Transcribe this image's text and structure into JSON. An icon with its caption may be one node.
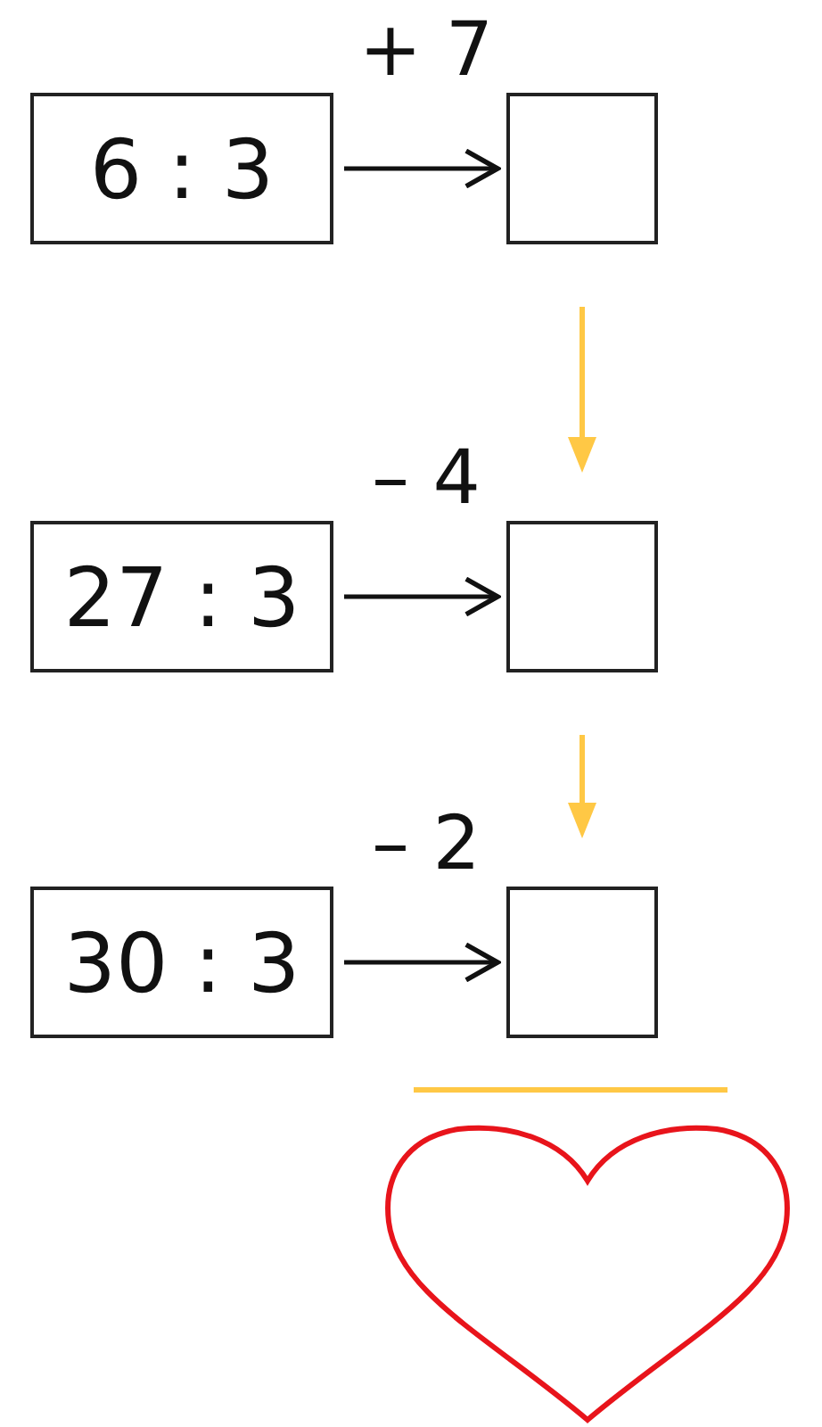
{
  "diagram": {
    "nodes": [
      {
        "text": [
          "6 : 3"
        ]
      },
      {
        "text": [],
        "shape": "box"
      },
      {
        "text": [
          "27 : 3"
        ]
      },
      {
        "text": [],
        "shape": "box"
      },
      {
        "text": [
          "30 : 3"
        ]
      },
      {
        "text": [],
        "shape": "box"
      },
      {
        "text": [],
        "shape": "heart"
      }
    ],
    "edges": [
      {
        "from": 0,
        "to": 1,
        "arrow": "to",
        "label": "+ 7"
      },
      {
        "from": 1,
        "to": 3,
        "arrow": "to",
        "color": "#ffc845"
      },
      {
        "from": 2,
        "to": 3,
        "arrow": "to",
        "label": "– 4"
      },
      {
        "from": 3,
        "to": 5,
        "arrow": "to",
        "color": "#ffc845"
      },
      {
        "from": 4,
        "to": 5,
        "arrow": "to",
        "label": "– 2"
      }
    ]
  }
}
